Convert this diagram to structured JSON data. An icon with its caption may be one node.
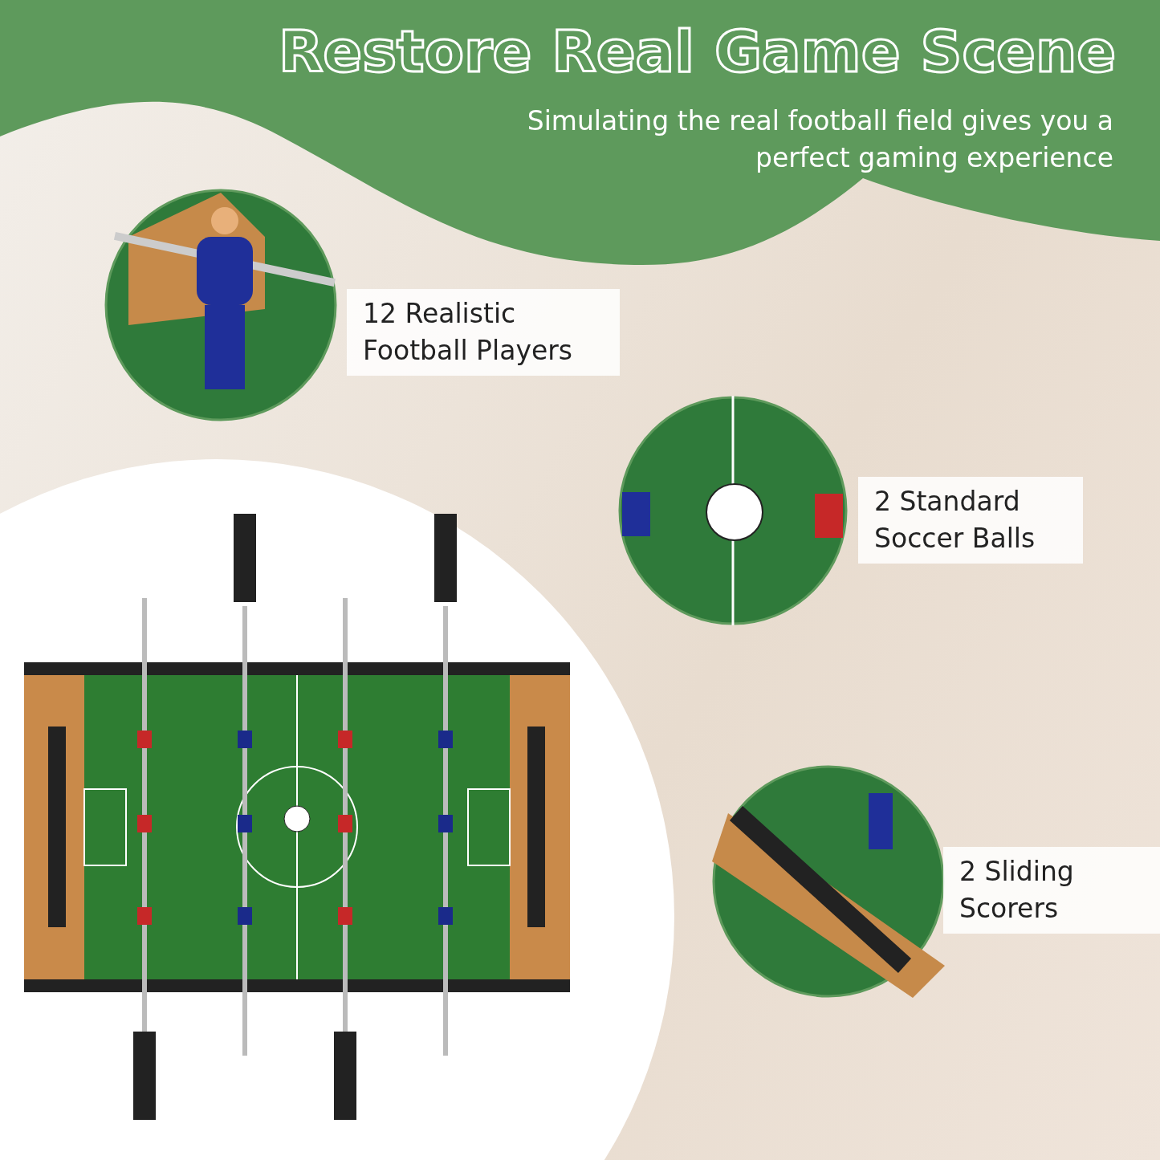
{
  "diagram": {
    "title": "Restore Real Game Scene",
    "labels": [
      "Simulating the real football field gives you a perfect gaming experience",
      "12 Realistic Football Players",
      "2 Standard Soccer Balls",
      "2 Sliding Scorers"
    ]
  }
}
